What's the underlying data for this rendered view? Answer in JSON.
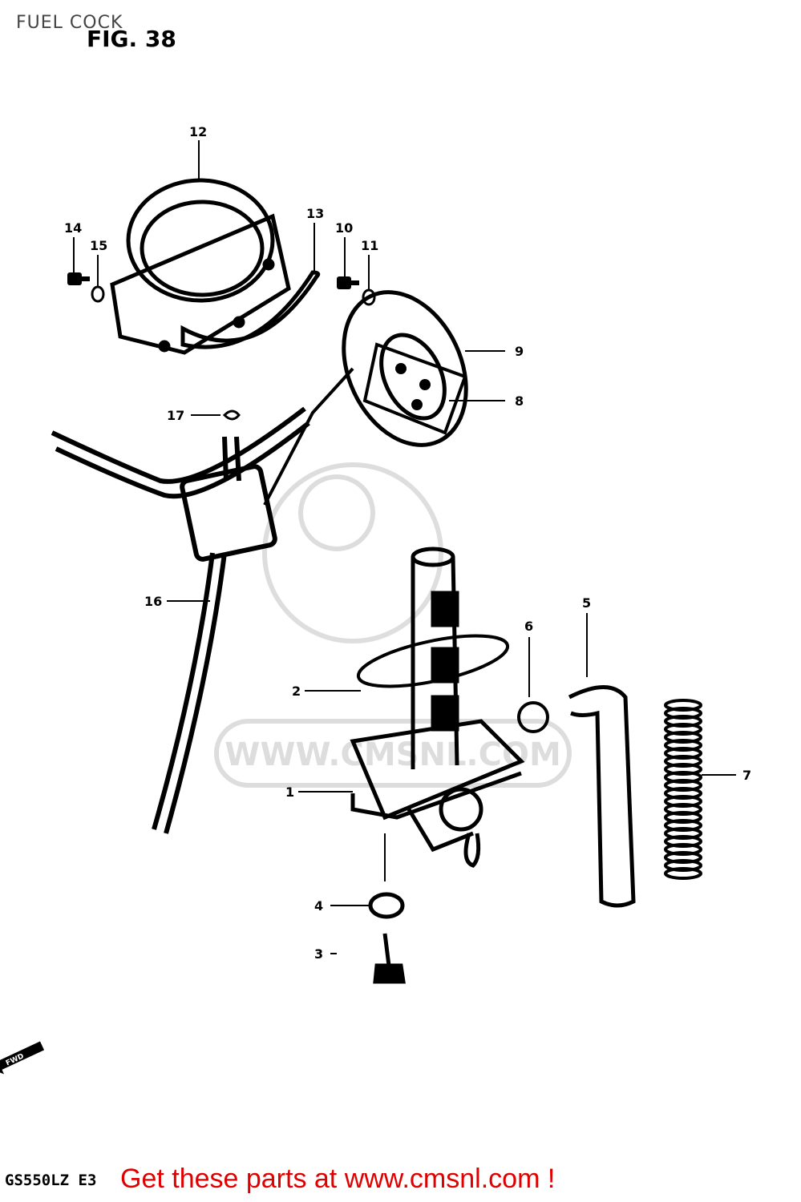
{
  "header": {
    "page_title": "FUEL COCK",
    "figure_label": "FIG. 38"
  },
  "callouts": {
    "c1": "1",
    "c2": "2",
    "c3": "3",
    "c4": "4",
    "c5": "5",
    "c6": "6",
    "c7": "7",
    "c8": "8",
    "c9": "9",
    "c10": "10",
    "c11": "11",
    "c12": "12",
    "c13": "13",
    "c14": "14",
    "c15": "15",
    "c16": "16",
    "c17": "17"
  },
  "direction_marker": {
    "label": "FWD",
    "icon": "forward-arrow-icon"
  },
  "footer": {
    "model_code": "GS550LZ E3",
    "promo_text": "Get these parts at www.cmsnl.com !",
    "promo_color": "#e00000"
  },
  "watermark": {
    "text": "WWW.CMSNL.COM"
  }
}
